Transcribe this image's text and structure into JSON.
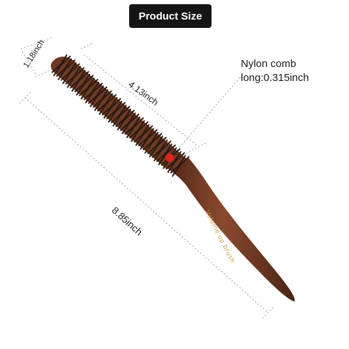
{
  "header": {
    "badge": "Product Size"
  },
  "dimensions": {
    "width": "1.18inch",
    "bristle_length": "4.13inch",
    "total_length": "8.85inch"
  },
  "callout": {
    "line1": "Nylon comb",
    "line2": "long:0.315inch"
  },
  "engraving": "Volume up brush",
  "colors": {
    "wood": "#6e3a24",
    "bristle": "#2a1a12",
    "marker": "#e0231c",
    "badge": "#151515"
  }
}
